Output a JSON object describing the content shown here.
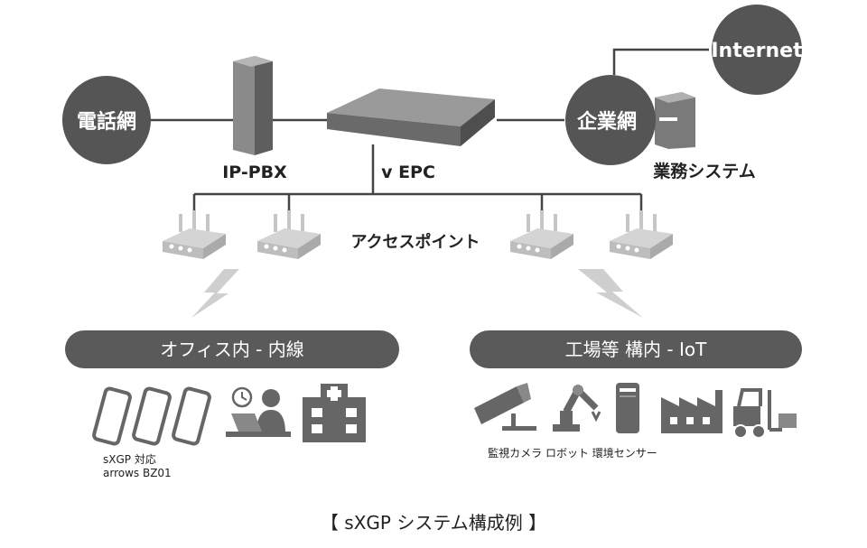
{
  "nodes": {
    "phone_network": "電話網",
    "ip_pbx": "IP-PBX",
    "vepc": "v EPC",
    "corporate_network": "企業網",
    "internet": "Internet",
    "business_system": "業務システム",
    "access_point": "アクセスポイント"
  },
  "zones": {
    "office": "オフィス内 - 内線",
    "factory": "工場等 構内 - IoT"
  },
  "office_caption": [
    "sXGP 対応",
    "arrows BZ01"
  ],
  "factory_caption": "監視カメラ ロボット 環境センサー",
  "caption": "【 sXGP システム構成例 】",
  "colors": {
    "circle": "#555555",
    "zone_bar": "#5a5a5a",
    "device": "#6e6e6e",
    "line": "#444444",
    "access_point": "#c6c6c6",
    "bolt": "#cfcfcf"
  }
}
